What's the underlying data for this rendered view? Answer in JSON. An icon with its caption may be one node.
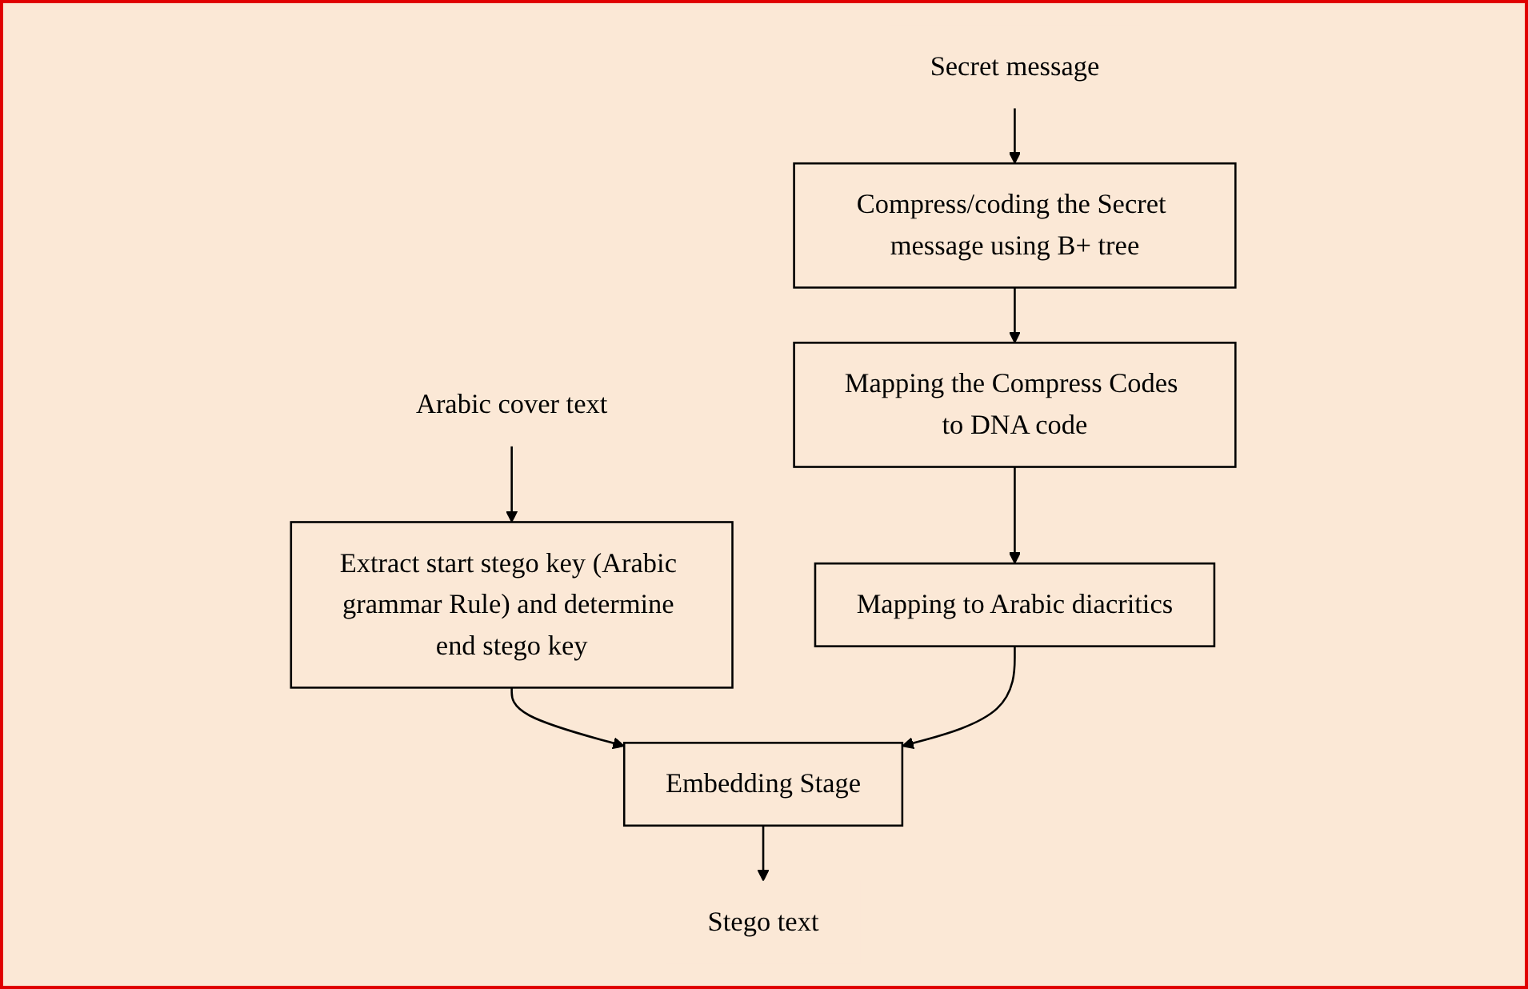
{
  "diagram": {
    "nodes": [
      {
        "text": [
          "Arabic cover text"
        ]
      },
      {
        "text": [
          "Extract start stego key (Arabic grammar Rule) and determine end stego key"
        ]
      },
      {
        "text": [
          "Secret message"
        ]
      },
      {
        "text": [
          "Compress/coding the Secret message using B+ tree"
        ]
      },
      {
        "text": [
          "Mapping the Compress Codes to DNA code"
        ]
      },
      {
        "text": [
          "Mapping to Arabic diacritics"
        ]
      },
      {
        "text": [
          "Embedding Stage"
        ]
      },
      {
        "text": [
          "Stego text"
        ]
      }
    ],
    "edges": [
      {
        "from": 0,
        "to": 1,
        "arrow": "to"
      },
      {
        "from": 2,
        "to": 3,
        "arrow": "to"
      },
      {
        "from": 3,
        "to": 4,
        "arrow": "to"
      },
      {
        "from": 4,
        "to": 5,
        "arrow": "to"
      },
      {
        "from": 1,
        "to": 6,
        "arrow": "to"
      },
      {
        "from": 5,
        "to": 6,
        "arrow": "to"
      },
      {
        "from": 6,
        "to": 7,
        "arrow": "to"
      }
    ]
  }
}
